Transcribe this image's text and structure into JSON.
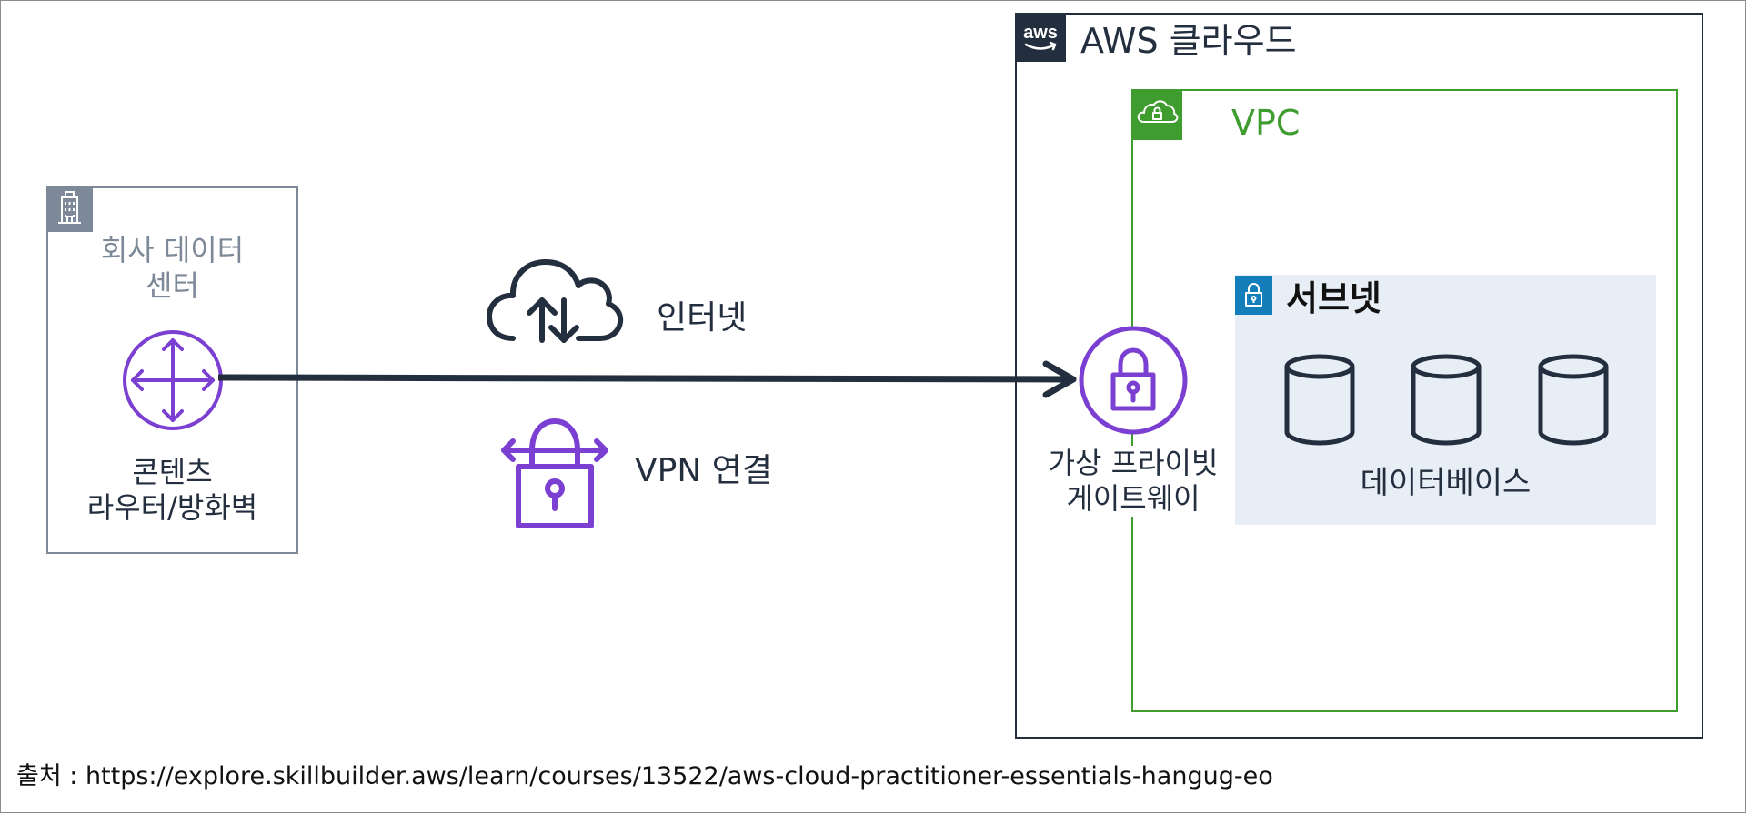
{
  "colors": {
    "aws_dark": "#232f3e",
    "vpc_green": "#3f9c2f",
    "subnet_blue": "#147eba",
    "subnet_fill": "#e7eef6",
    "purple": "#7b3fd1",
    "corporate_gray": "#7d8998"
  },
  "corporate": {
    "icon": "office-building-icon",
    "label_line1": "회사 데이터",
    "label_line2": "센터",
    "router_icon": "router-icon",
    "router_line1": "콘텐츠",
    "router_line2": "라우터/방화벽"
  },
  "internet": {
    "icon": "cloud-upload-download-icon",
    "label": "인터넷"
  },
  "vpn": {
    "icon": "vpn-lock-icon",
    "label": "VPN 연결"
  },
  "aws_cloud": {
    "logo_text": "aws",
    "label": "AWS 클라우드"
  },
  "vpc": {
    "icon": "cloud-lock-icon",
    "label": "VPC"
  },
  "gateway": {
    "icon": "lock-icon",
    "label_line1": "가상 프라이빗",
    "label_line2": "게이트웨이"
  },
  "subnet": {
    "icon": "lock-icon",
    "label": "서브넷",
    "db_icon": "database-icon",
    "db_label": "데이터베이스"
  },
  "source": {
    "text": "출처 : https://explore.skillbuilder.aws/learn/courses/13522/aws-cloud-practitioner-essentials-hangug-eo"
  }
}
